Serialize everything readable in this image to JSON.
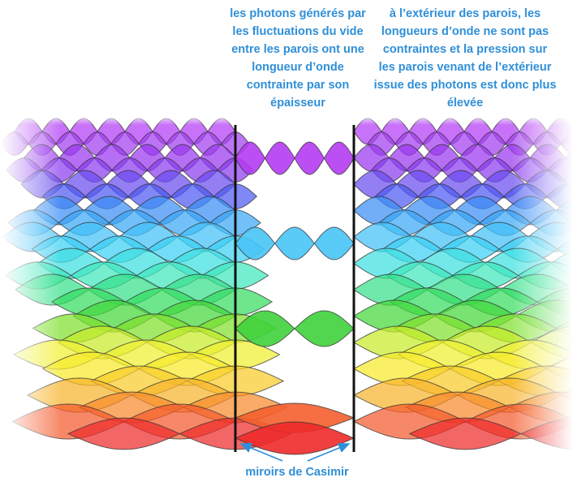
{
  "captions": {
    "inside": [
      "les photons générés par",
      "les fluctuations du vide",
      "entre les parois ont une",
      "longueur d’onde",
      "contrainte par son",
      "épaisseur"
    ],
    "outside": [
      "à l’extérieur des parois, les",
      "longueurs d’onde ne sont pas",
      "contraintes et la pression sur",
      "les parois venant de l’extérieur",
      "issue des photons est donc plus",
      "élevée"
    ],
    "mirrors": "miroirs de Casimir"
  },
  "colors": {
    "caption": "#2f8fd8",
    "wall": "#111111",
    "arrow": "#2f8fd8",
    "wave_outline": "#333333"
  },
  "outside_bands": [
    {
      "name": "violet",
      "color": "#b13cf5",
      "alt": "#a23ff0"
    },
    {
      "name": "purple",
      "color": "#9a38f0",
      "alt": "#8a3cf0"
    },
    {
      "name": "indigo",
      "color": "#6a4cf0",
      "alt": "#4d5af2"
    },
    {
      "name": "blue",
      "color": "#3b8ff5",
      "alt": "#3aa8f7"
    },
    {
      "name": "sky",
      "color": "#42c0f8",
      "alt": "#3cd0f4"
    },
    {
      "name": "cyan",
      "color": "#3ddfe0",
      "alt": "#3ee7bc"
    },
    {
      "name": "teal",
      "color": "#37e08a",
      "alt": "#35dc60"
    },
    {
      "name": "green",
      "color": "#44d83a",
      "alt": "#7fe02c"
    },
    {
      "name": "lime",
      "color": "#c8ec2a",
      "alt": "#f0f030"
    },
    {
      "name": "yellow",
      "color": "#f6ea2b",
      "alt": "#f8cc2a"
    },
    {
      "name": "orange",
      "color": "#f8b42c",
      "alt": "#f78a2c"
    },
    {
      "name": "red",
      "color": "#f45a2c",
      "alt": "#ef2b2b"
    }
  ],
  "inside_modes": [
    {
      "name": "violet",
      "color": "#b43cf2",
      "lobes": 4
    },
    {
      "name": "sky",
      "color": "#48c4f6",
      "lobes": 3
    },
    {
      "name": "green",
      "color": "#3fd23c",
      "lobes": 2
    },
    {
      "name": "red-orange",
      "color": "#f45f2e",
      "lobes": 1
    },
    {
      "name": "red",
      "color": "#ee2a2a",
      "lobes": 1
    }
  ]
}
